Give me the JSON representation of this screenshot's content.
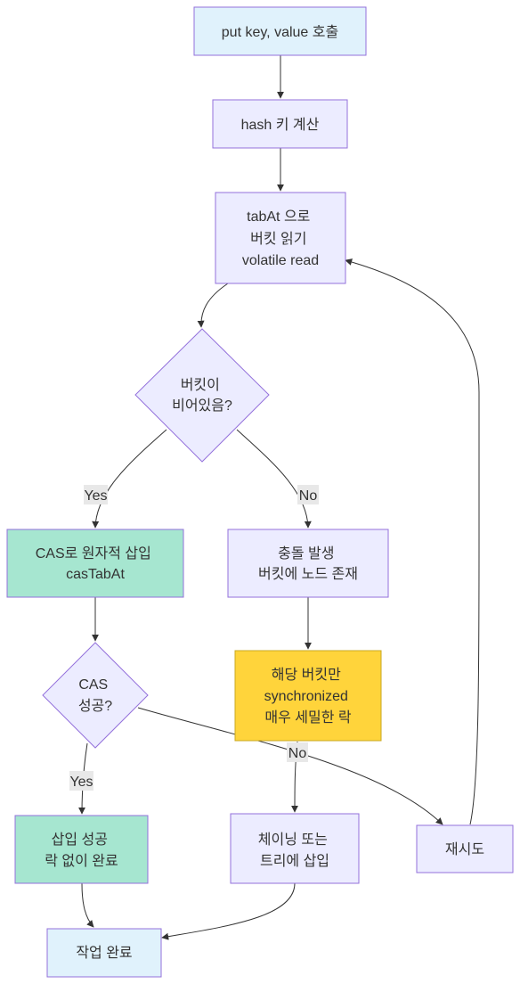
{
  "colors": {
    "start_fill": "#e0f2fc",
    "start_stroke": "#9370db",
    "process_fill": "#ececff",
    "process_stroke": "#9370db",
    "success_fill": "#a6e6d0",
    "lock_fill": "#ffd43b",
    "lock_stroke": "#c8a820",
    "edge": "#333333",
    "label_bg": "#e8e8e8"
  },
  "nodes": {
    "put_call": {
      "lines": [
        "put key, value 호출"
      ]
    },
    "hash_calc": {
      "lines": [
        "hash 키 계산"
      ]
    },
    "tabat_read": {
      "lines": [
        "tabAt 으로",
        "버킷 읽기",
        "volatile read"
      ]
    },
    "bucket_empty": {
      "lines": [
        "버킷이",
        "비어있음?"
      ]
    },
    "cas_insert": {
      "lines": [
        "CAS로 원자적 삽입",
        "casTabAt"
      ]
    },
    "collision": {
      "lines": [
        "충돌 발생",
        "버킷에 노드 존재"
      ]
    },
    "cas_success": {
      "lines": [
        "CAS",
        "성공?"
      ]
    },
    "sync_lock": {
      "lines": [
        "해당 버킷만",
        "synchronized",
        "매우 세밀한 락"
      ]
    },
    "insert_ok": {
      "lines": [
        "삽입 성공",
        "락 없이 완료"
      ]
    },
    "chain_insert": {
      "lines": [
        "체이닝 또는",
        "트리에 삽입"
      ]
    },
    "retry": {
      "lines": [
        "재시도"
      ]
    },
    "done": {
      "lines": [
        "작업 완료"
      ]
    }
  },
  "edge_labels": {
    "empty_yes": "Yes",
    "empty_no": "No",
    "cas_yes": "Yes",
    "cas_no": "No"
  }
}
